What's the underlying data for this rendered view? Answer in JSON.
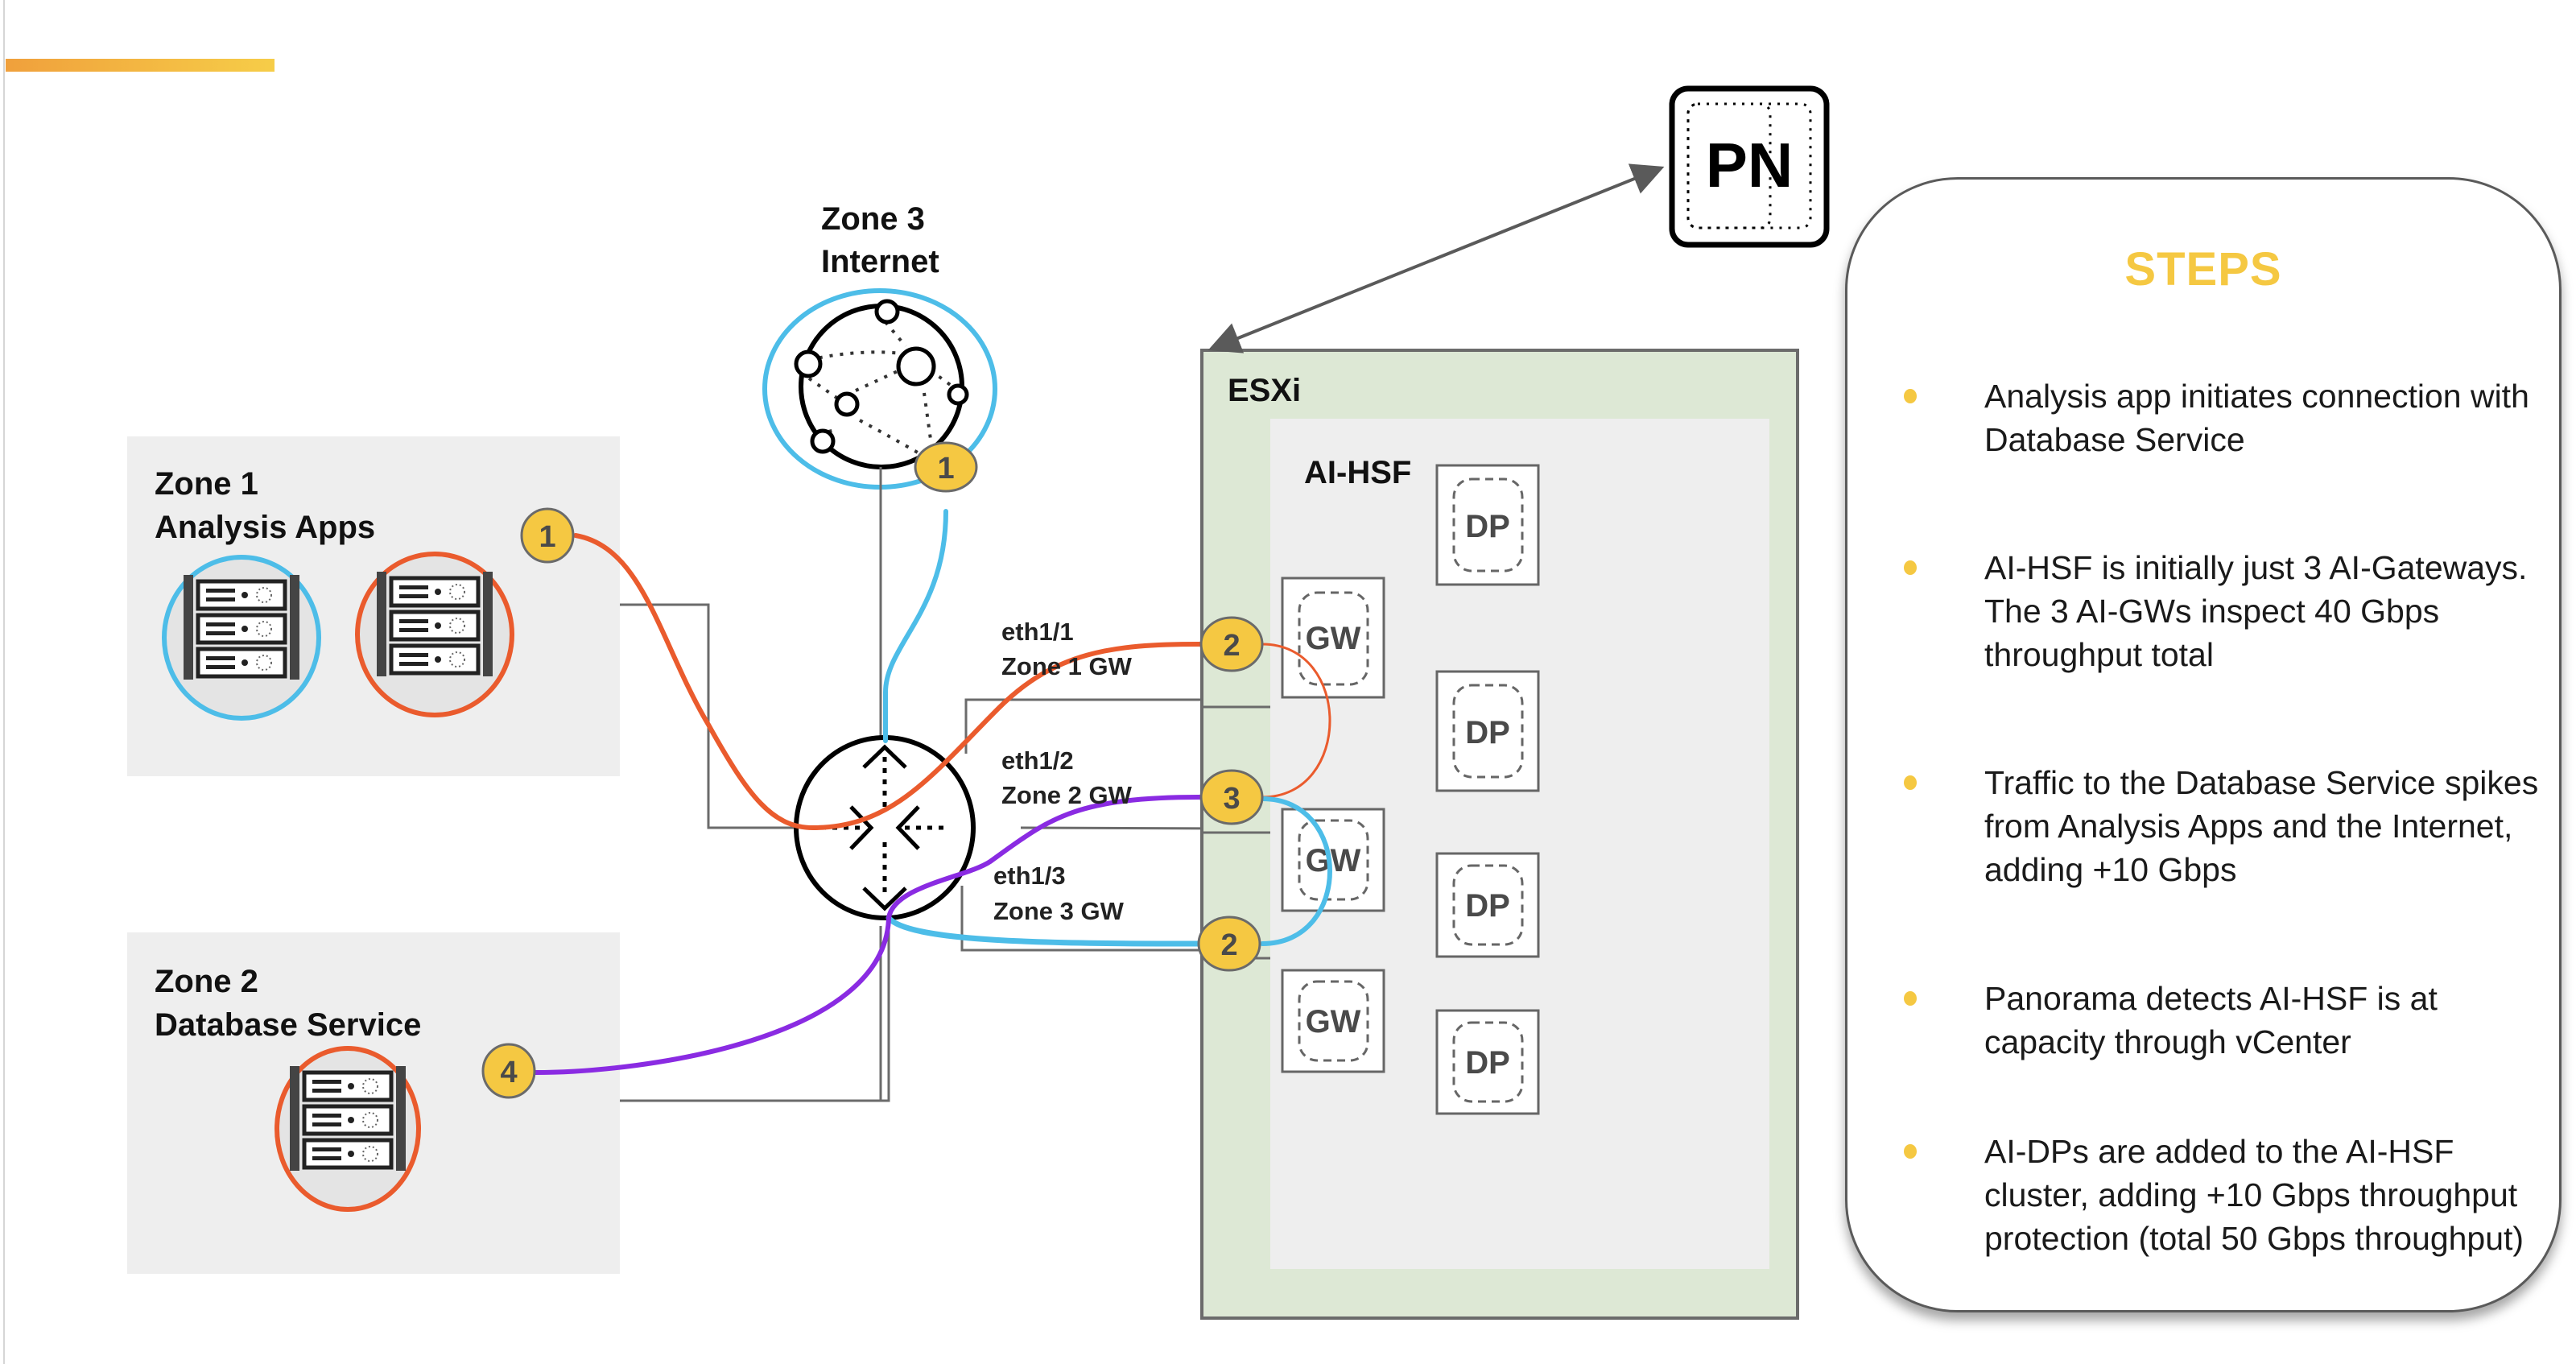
{
  "zones": {
    "zone1": {
      "title": "Zone 1",
      "subtitle": "Analysis Apps"
    },
    "zone2": {
      "title": "Zone 2",
      "subtitle": "Database Service"
    },
    "zone3": {
      "title": "Zone 3",
      "subtitle": "Internet"
    }
  },
  "esxi": {
    "title": "ESXi"
  },
  "aihsf": {
    "title": "AI-HSF"
  },
  "nodes": {
    "gw": [
      "GW",
      "GW",
      "GW"
    ],
    "dp": [
      "DP",
      "DP",
      "DP",
      "DP"
    ]
  },
  "pn": {
    "label": "PN"
  },
  "interfaces": [
    {
      "port": "eth1/1",
      "name": "Zone 1 GW"
    },
    {
      "port": "eth1/2",
      "name": "Zone 2 GW"
    },
    {
      "port": "eth1/3",
      "name": "Zone 3 GW"
    }
  ],
  "badges": {
    "zone1": "1",
    "zone3": "1",
    "eth1_1": "2",
    "eth1_2": "3",
    "eth1_3": "2",
    "zone2": "4"
  },
  "colors": {
    "accent_yellow": "#f5c842",
    "flow_orange": "#ea5b2d",
    "flow_blue": "#4dbde8",
    "flow_purple": "#8a2be2",
    "esxi_green": "#dde8d5",
    "zone_gray": "#eeeeee"
  },
  "steps": {
    "title": "STEPS",
    "items": [
      "Analysis app initiates connection with Database Service",
      "AI-HSF is initially just 3 AI-Gateways. The 3 AI-GWs inspect 40 Gbps throughput total",
      "Traffic to the Database Service spikes from Analysis Apps and the Internet, adding +10 Gbps",
      "Panorama detects AI-HSF is at capacity through vCenter",
      "AI-DPs are added to the AI-HSF cluster, adding +10 Gbps throughput protection (total 50 Gbps throughput)"
    ]
  }
}
